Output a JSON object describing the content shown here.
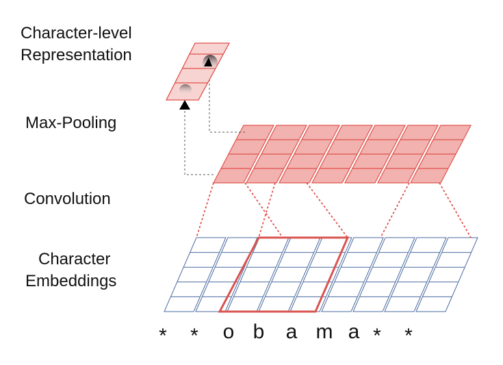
{
  "labels": {
    "char_rep_line1": "Character-level",
    "char_rep_line2": "Representation",
    "max_pooling": "Max-Pooling",
    "convolution": "Convolution",
    "char_emb_line1": "Character",
    "char_emb_line2": "Embeddings"
  },
  "characters": [
    "*",
    "*",
    "o",
    "b",
    "a",
    "m",
    "a",
    "*",
    "*"
  ],
  "colors": {
    "embedding_stroke": "#4a6aa0",
    "conv_stroke": "#e0504a",
    "conv_fill": "#f2b3b0",
    "highlight_stroke": "#d9534f",
    "arrow": "#000000",
    "dashed_gray": "#555555"
  }
}
